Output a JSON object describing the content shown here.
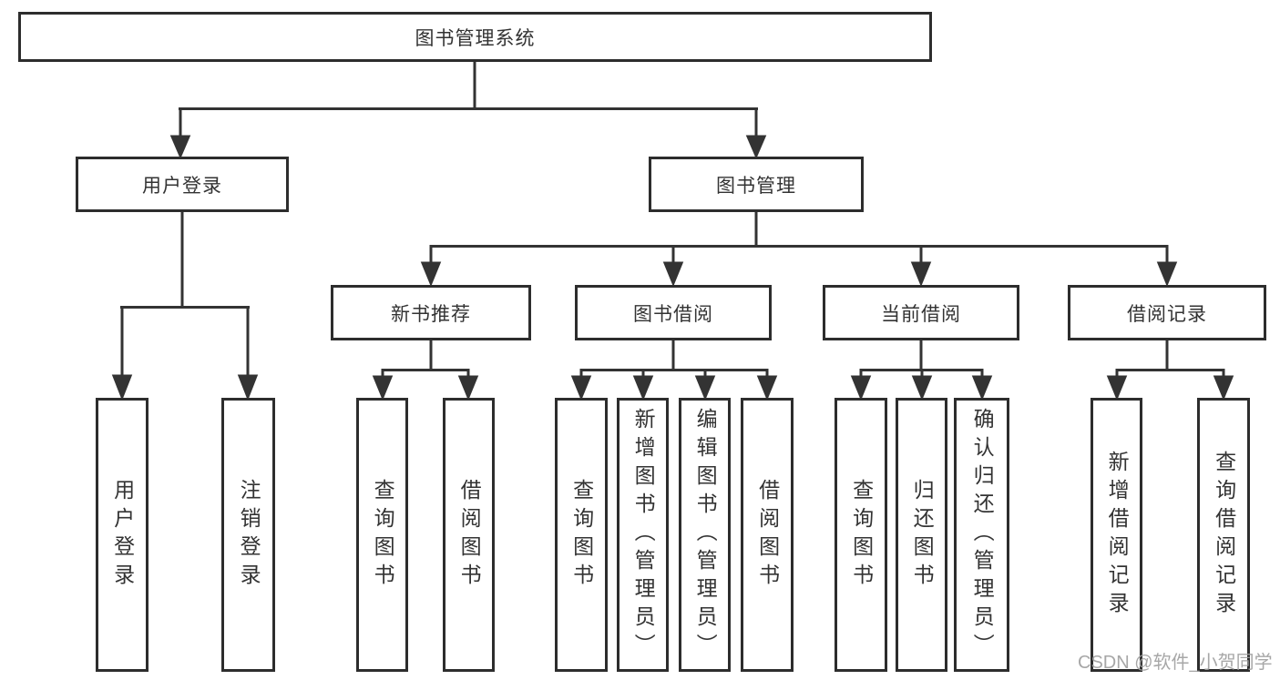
{
  "tree": {
    "label": "图书管理系统",
    "children": [
      {
        "label": "用户登录",
        "children": [
          {
            "label": "用户登录"
          },
          {
            "label": "注销登录"
          }
        ]
      },
      {
        "label": "图书管理",
        "children": [
          {
            "label": "新书推荐",
            "children": [
              {
                "label": "查询图书"
              },
              {
                "label": "借阅图书"
              }
            ]
          },
          {
            "label": "图书借阅",
            "children": [
              {
                "label": "查询图书"
              },
              {
                "label": "新增图书（管理员）"
              },
              {
                "label": "编辑图书（管理员）"
              },
              {
                "label": "借阅图书"
              }
            ]
          },
          {
            "label": "当前借阅",
            "children": [
              {
                "label": "查询图书"
              },
              {
                "label": "归还图书"
              },
              {
                "label": "确认归还（管理员）"
              }
            ]
          },
          {
            "label": "借阅记录",
            "children": [
              {
                "label": "新增借阅记录"
              },
              {
                "label": "查询借阅记录"
              }
            ]
          }
        ]
      }
    ]
  },
  "watermark": {
    "text": "CSDN @软件_小贺同学"
  },
  "colors": {
    "line": "#333333",
    "box_border": "#2d2d2d",
    "text": "#333333",
    "watermark": "#a0a0a0",
    "background": "#ffffff"
  }
}
